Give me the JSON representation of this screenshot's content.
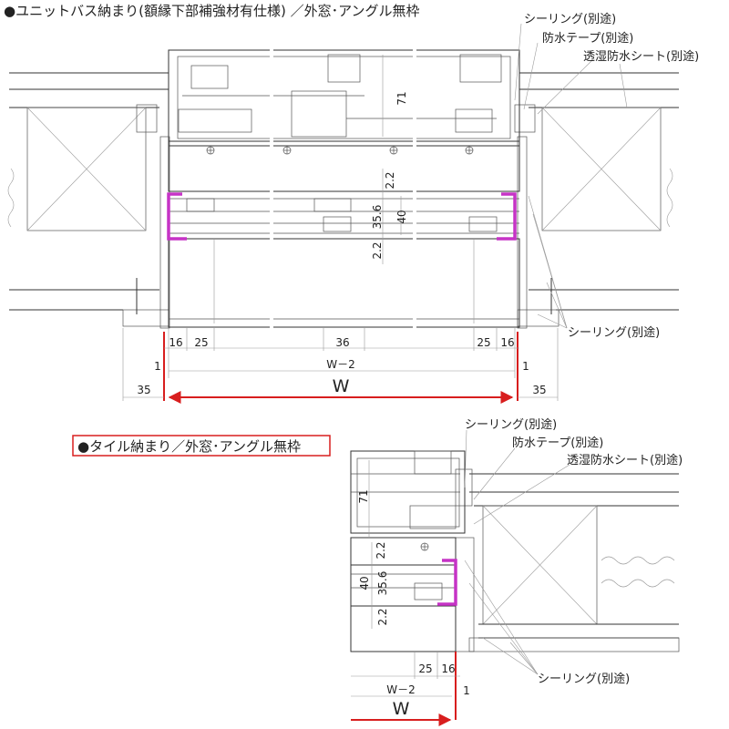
{
  "figure1": {
    "title": "●ユニットバス納まり(額縁下部補強材有仕様) ／外窓･アングル無枠",
    "callouts": {
      "sealing_top": "シーリング(別途)",
      "waterproof_tape": "防水テープ(別途)",
      "breathable_sheet": "透湿防水シート(別途)",
      "sealing_bottom": "シーリング(別途)"
    },
    "dims": {
      "v71": "71",
      "v2_2_top": "2.2",
      "v35_6": "35.6",
      "v40": "40",
      "v2_2_bottom": "2.2",
      "h16_left": "16",
      "h25_left": "25",
      "h36": "36",
      "h25_right": "25",
      "h16_right": "16",
      "h1_left": "1",
      "w_minus_2": "W－2",
      "h1_right": "1",
      "h35_left": "35",
      "w": "W",
      "h35_right": "35"
    }
  },
  "figure2": {
    "title": "●タイル納まり／外窓･アングル無枠",
    "callouts": {
      "sealing_top": "シーリング(別途)",
      "waterproof_tape": "防水テープ(別途)",
      "breathable_sheet": "透湿防水シート(別途)",
      "sealing_bottom": "シーリング(別途)"
    },
    "dims": {
      "v71": "71",
      "v2_2_top": "2.2",
      "v40": "40",
      "v35_6": "35.6",
      "v2_2_bottom": "2.2",
      "h25": "25",
      "h16": "16",
      "w_minus_2": "W－2",
      "h1": "1",
      "w": "W"
    }
  },
  "colors": {
    "dimension_arrow": "#d81e1e",
    "frame_highlight": "#c633c6",
    "title_box_border": "#d81e1e"
  }
}
